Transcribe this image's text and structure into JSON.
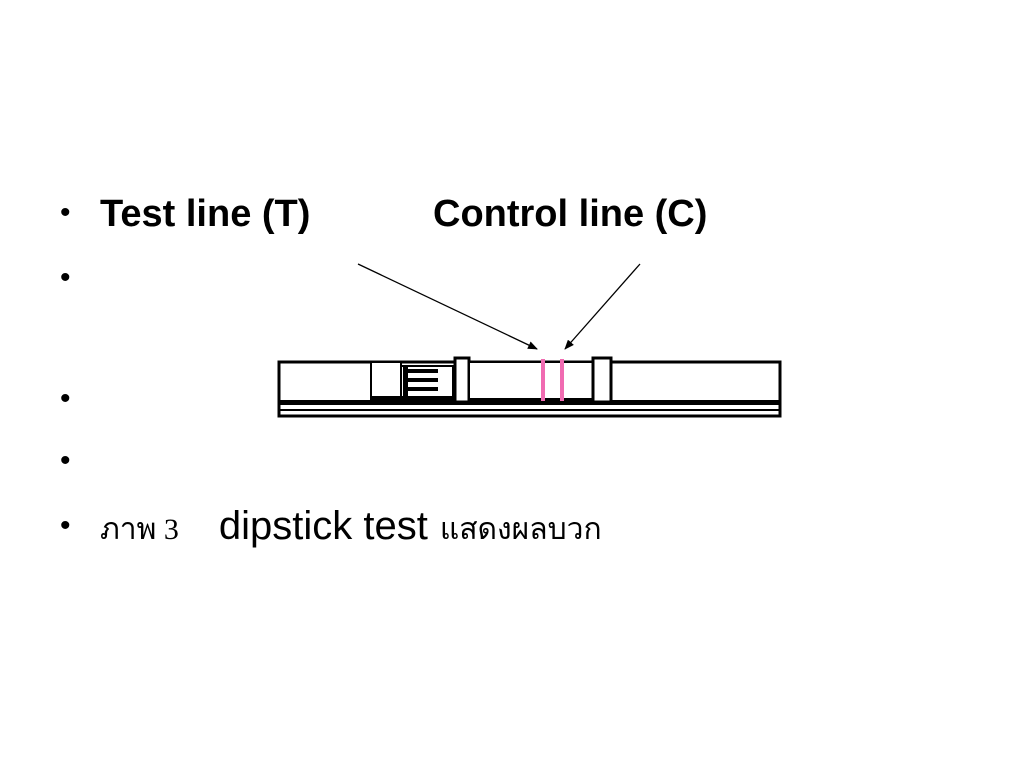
{
  "bullet_char": "•",
  "labels": {
    "test_line": "Test line (T)",
    "control_line": "Control line (C)"
  },
  "caption": {
    "figure": "ภาพ 3",
    "subject": "dipstick test",
    "description": "แสดงผลบวก"
  },
  "colors": {
    "result_line": "#f06bb1",
    "outline": "#000000"
  }
}
